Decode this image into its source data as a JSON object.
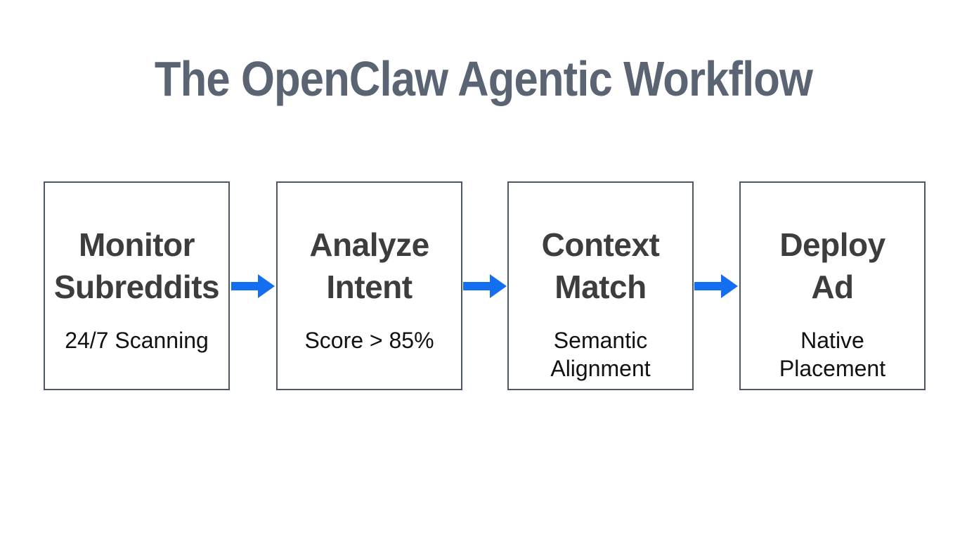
{
  "slide": {
    "title": "The OpenClaw Agentic Workflow"
  },
  "flow": {
    "steps": [
      {
        "title_lines": [
          "Monitor",
          "Subreddits"
        ],
        "subtitle_lines": [
          "24/7 Scanning"
        ]
      },
      {
        "title_lines": [
          "Analyze",
          "Intent"
        ],
        "subtitle_lines": [
          "Score > 85%"
        ]
      },
      {
        "title_lines": [
          "Context",
          "Match"
        ],
        "subtitle_lines": [
          "Semantic",
          "Alignment"
        ]
      },
      {
        "title_lines": [
          "Deploy",
          "Ad"
        ],
        "subtitle_lines": [
          "Native",
          "Placement"
        ]
      }
    ]
  },
  "colors": {
    "background": "#ffffff",
    "title_text": "#5b6472",
    "box_border": "#4d5766",
    "box_title_text": "#3d3d3d",
    "box_subtitle_text": "#111111",
    "arrow_blue": "#146ff0"
  }
}
